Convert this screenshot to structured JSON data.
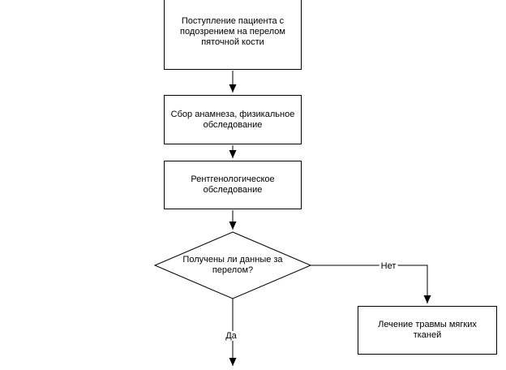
{
  "colors": {
    "stroke": "#000000",
    "node_fill": "#ffffff",
    "text": "#000000",
    "background": "#ffffff"
  },
  "flowchart": {
    "admission_node": {
      "label": "Поступление пациента с\nподозрением на перелом\nпяточной кости"
    },
    "anamnesis_node": {
      "label": "Сбор анамнеза, физикальное\nобследование"
    },
    "xray_node": {
      "label": "Рентгенологическое\nобследование"
    },
    "decision_node": {
      "label": "Получены ли данные за\nперелом?"
    },
    "soft_tissue_node": {
      "label": "Лечение травмы мягких\nтканей"
    },
    "branch_labels": {
      "no": "Нет",
      "yes": "Да"
    }
  }
}
